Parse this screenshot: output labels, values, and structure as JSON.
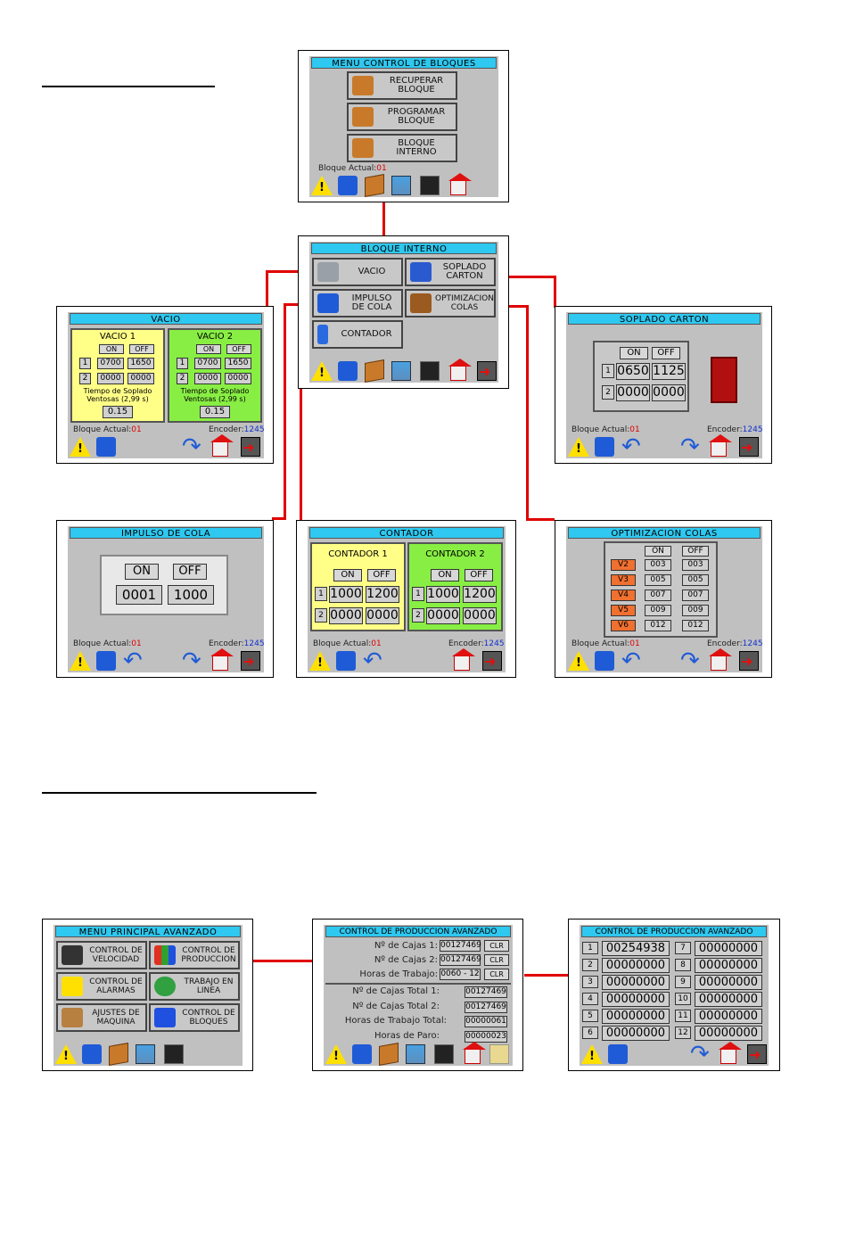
{
  "menu_control": {
    "title": "MENU CONTROL DE BLOQUES",
    "buttons": [
      "RECUPERAR\nBLOQUE",
      "PROGRAMAR\nBLOQUE",
      "BLOQUE\nINTERNO"
    ],
    "bloque_label": "Bloque Actual:",
    "bloque_value": "01"
  },
  "bloque_interno": {
    "title": "BLOQUE INTERNO",
    "vacio": "VACIO",
    "soplado": "SOPLADO\nCARTON",
    "impulso": "IMPULSO\nDE COLA",
    "optim": "OPTIMIZACION\nCOLAS",
    "contador": "CONTADOR"
  },
  "vacio": {
    "title": "VACIO",
    "v1": "VACIO 1",
    "v2": "VACIO 2",
    "on": "ON",
    "off": "OFF",
    "r1": "1",
    "r2": "2",
    "v1_on1": "0700",
    "v1_off1": "1650",
    "v1_on2": "0000",
    "v1_off2": "0000",
    "v2_on1": "0700",
    "v2_off1": "1650",
    "v2_on2": "0000",
    "v2_off2": "0000",
    "tiempo1": "Tiempo de Soplado\nVentosas (2,99 s)",
    "tiempo2": "Tiempo de Soplado\nVentosas (2,99 s)",
    "t1": "0.15",
    "t2": "0.15",
    "bloque_label": "Bloque Actual:",
    "bloque_value": "01",
    "enc_label": "Encoder:",
    "enc_value": "1245"
  },
  "soplado": {
    "title": "SOPLADO CARTON",
    "on": "ON",
    "off": "OFF",
    "r1": "1",
    "r2": "2",
    "on1": "0650",
    "off1": "1125",
    "on2": "0000",
    "off2": "0000",
    "bloque_label": "Bloque Actual:",
    "bloque_value": "01",
    "enc_label": "Encoder:",
    "enc_value": "1245"
  },
  "impulso": {
    "title": "IMPULSO DE COLA",
    "on": "ON",
    "off": "OFF",
    "on_val": "0001",
    "off_val": "1000",
    "bloque_label": "Bloque Actual:",
    "bloque_value": "01",
    "enc_label": "Encoder:",
    "enc_value": "1245"
  },
  "contador": {
    "title": "CONTADOR",
    "c1": "CONTADOR 1",
    "c2": "CONTADOR 2",
    "on": "ON",
    "off": "OFF",
    "r1": "1",
    "r2": "2",
    "c1_on1": "1000",
    "c1_off1": "1200",
    "c1_on2": "0000",
    "c1_off2": "0000",
    "c2_on1": "1000",
    "c2_off1": "1200",
    "c2_on2": "0000",
    "c2_off2": "0000",
    "bloque_label": "Bloque Actual:",
    "bloque_value": "01",
    "enc_label": "Encoder:",
    "enc_value": "1245"
  },
  "optim": {
    "title": "OPTIMIZACION COLAS",
    "on": "ON",
    "off": "OFF",
    "rows": [
      {
        "v": "V2",
        "on": "003",
        "off": "003"
      },
      {
        "v": "V3",
        "on": "005",
        "off": "005"
      },
      {
        "v": "V4",
        "on": "007",
        "off": "007"
      },
      {
        "v": "V5",
        "on": "009",
        "off": "009"
      },
      {
        "v": "V6",
        "on": "012",
        "off": "012"
      }
    ],
    "bloque_label": "Bloque Actual:",
    "bloque_value": "01",
    "enc_label": "Encoder:",
    "enc_value": "1245"
  },
  "menu_principal": {
    "title": "MENU PRINCIPAL AVANZADO",
    "b1": "CONTROL DE\nVELOCIDAD",
    "b2": "CONTROL DE\nPRODUCCION",
    "b3": "CONTROL DE\nALARMAS",
    "b4": "TRABAJO EN\nLINEA",
    "b5": "AJUSTES DE\nMAQUINA",
    "b6": "CONTROL DE\nBLOQUES"
  },
  "produccion": {
    "title": "CONTROL DE PRODUCCION AVANZADO",
    "l1": "Nº de Cajas 1:",
    "v1": "00127469",
    "l2": "Nº de Cajas 2:",
    "v2": "00127469",
    "l3": "Horas de Trabajo:",
    "v3": "0060 - 12",
    "clr": "CLR",
    "l4": "Nº de Cajas Total 1:",
    "v4": "00127469",
    "l5": "Nº de Cajas Total 2:",
    "v5": "00127469",
    "l6": "Horas de Trabajo Total:",
    "v6": "00000061",
    "l7": "Horas de Paro:",
    "v7": "00000023"
  },
  "produccion2": {
    "title": "CONTROL DE PRODUCCION AVANZADO",
    "left": [
      {
        "n": "1",
        "v": "00254938"
      },
      {
        "n": "2",
        "v": "00000000"
      },
      {
        "n": "3",
        "v": "00000000"
      },
      {
        "n": "4",
        "v": "00000000"
      },
      {
        "n": "5",
        "v": "00000000"
      },
      {
        "n": "6",
        "v": "00000000"
      }
    ],
    "right": [
      {
        "n": "7",
        "v": "00000000"
      },
      {
        "n": "8",
        "v": "00000000"
      },
      {
        "n": "9",
        "v": "00000000"
      },
      {
        "n": "10",
        "v": "00000000"
      },
      {
        "n": "11",
        "v": "00000000"
      },
      {
        "n": "12",
        "v": "00000000"
      }
    ]
  }
}
